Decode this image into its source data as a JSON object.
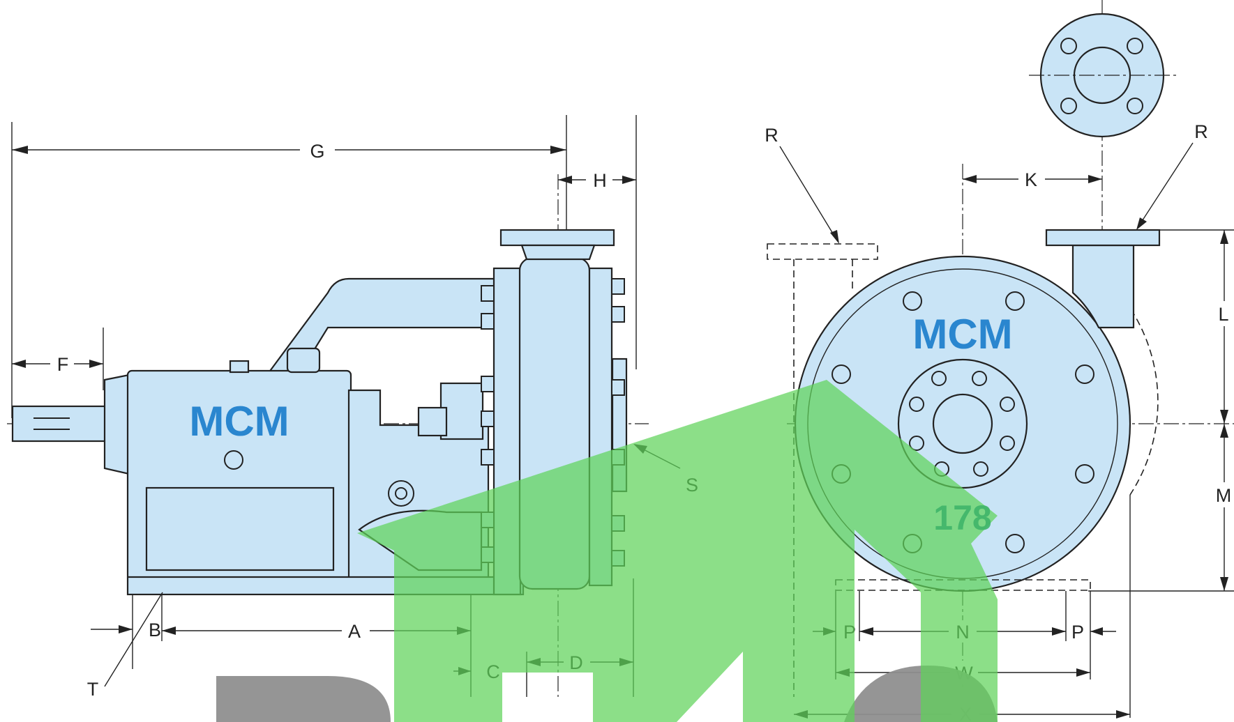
{
  "diagram": {
    "side_view_brand": "MCM",
    "front_view_brand": "MCM",
    "dimension_labels": {
      "G": "G",
      "H": "H",
      "F": "F",
      "A": "A",
      "B": "B",
      "C": "C",
      "D": "D",
      "S": "S",
      "T": "T",
      "R_left": "R",
      "R_right": "R",
      "K": "K",
      "L": "L",
      "M": "M",
      "N": "N",
      "P_left": "P",
      "P_right": "P",
      "W": "W",
      "X": "X"
    }
  },
  "watermark": {
    "number": "178",
    "green_color": "#5fd35a",
    "gray_color": "#8f8f8f"
  },
  "colors": {
    "body_fill": "#c9e4f6",
    "logo_blue": "#2a86cf",
    "line": "#222222"
  }
}
